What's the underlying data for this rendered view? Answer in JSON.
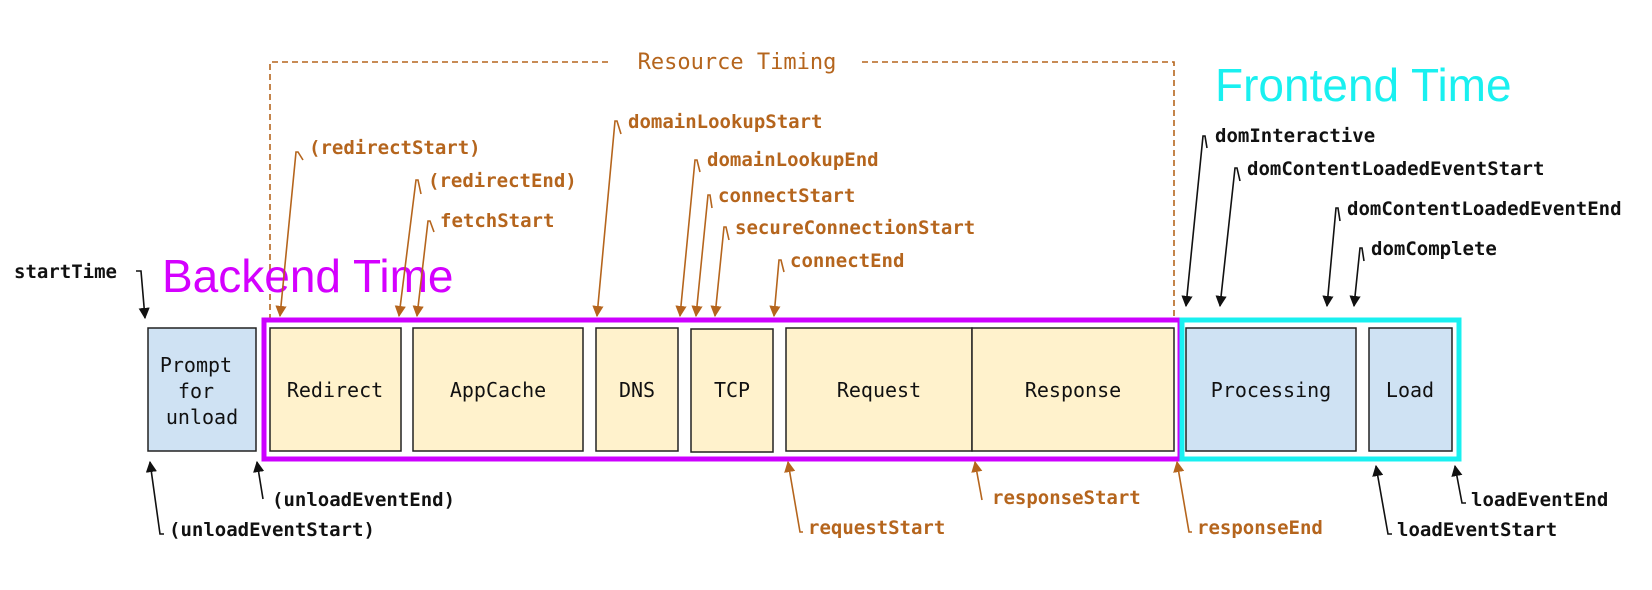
{
  "sections": {
    "resource_timing": "Resource Timing",
    "backend_time": "Backend Time",
    "frontend_time": "Frontend Time"
  },
  "boxes": {
    "prompt": [
      "Prompt",
      "for",
      "unload"
    ],
    "redirect": "Redirect",
    "appcache": "AppCache",
    "dns": "DNS",
    "tcp": "TCP",
    "request": "Request",
    "response": "Response",
    "processing": "Processing",
    "load": "Load"
  },
  "markers_top": {
    "start_time": "startTime",
    "redirect_start": "(redirectStart)",
    "redirect_end": "(redirectEnd)",
    "fetch_start": "fetchStart",
    "domain_lookup_start": "domainLookupStart",
    "domain_lookup_end": "domainLookupEnd",
    "connect_start": "connectStart",
    "secure_connection_start": "secureConnectionStart",
    "connect_end": "connectEnd",
    "dom_interactive": "domInteractive",
    "dom_content_loaded_event_start": "domContentLoadedEventStart",
    "dom_content_loaded_event_end": "domContentLoadedEventEnd",
    "dom_complete": "domComplete"
  },
  "markers_bottom": {
    "unload_event_end": "(unloadEventEnd)",
    "unload_event_start": "(unloadEventStart)",
    "request_start": "requestStart",
    "response_start": "responseStart",
    "response_end": "responseEnd",
    "load_event_end": "loadEventEnd",
    "load_event_start": "loadEventStart"
  },
  "colors": {
    "navigation_box_fill": "#cfe2f3",
    "resource_box_fill": "#fff2cc",
    "backend_border": "#cc00ff",
    "frontend_border": "#19f0f0",
    "resource_label": "#b5651d",
    "navigation_label": "#111111"
  }
}
